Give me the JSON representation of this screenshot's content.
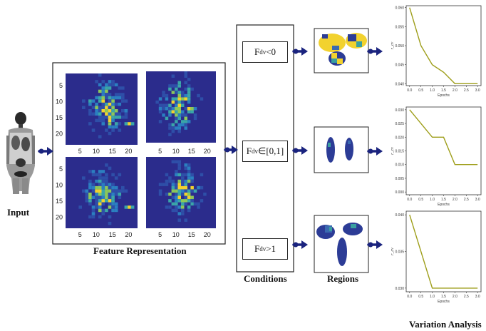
{
  "labels": {
    "input": "Input",
    "feature_representation": "Feature Representation",
    "conditions": "Conditions",
    "regions": "Regions",
    "variation_analysis": "Variation Analysis"
  },
  "conditions": [
    {
      "base": "F",
      "sup": "dv",
      "rel": "<0"
    },
    {
      "base": "F",
      "sup": "dv",
      "rel": "∈[0,1]"
    },
    {
      "base": "F",
      "sup": "dv",
      "rel": ">1"
    }
  ],
  "heatmap_ticks": {
    "y": [
      "5",
      "10",
      "15",
      "20"
    ],
    "x": [
      "5",
      "10",
      "15",
      "20"
    ]
  },
  "colors": {
    "arrow": "#1a237e",
    "heat_bg": "#2b2c8c",
    "line": "#9e9e1a",
    "region_yellow": "#f2d22e",
    "region_blue": "#2c3c96"
  },
  "chart_data": [
    {
      "type": "line",
      "xlabel": "Epochs",
      "ylabel": "r_cv",
      "x": [
        0.0,
        0.5,
        1.0,
        1.5,
        2.0,
        2.5,
        3.0
      ],
      "series": [
        {
          "values": [
            0.06,
            0.05,
            0.045,
            0.043,
            0.04,
            0.04,
            0.04
          ]
        }
      ],
      "yticks": [
        "0.060",
        "0.055",
        "0.050",
        "0.045",
        "0.040"
      ],
      "xticks": [
        "0.0",
        "0.5",
        "1.0",
        "1.5",
        "2.0",
        "2.5",
        "3.0"
      ],
      "ylim": [
        0.0395,
        0.0605
      ],
      "xlim": [
        -0.15,
        3.15
      ]
    },
    {
      "type": "line",
      "xlabel": "Epochs",
      "ylabel": "r_cv",
      "x": [
        0.0,
        1.0,
        1.5,
        2.0,
        2.5,
        3.0
      ],
      "series": [
        {
          "values": [
            0.03,
            0.02,
            0.02,
            0.01,
            0.01,
            0.01
          ]
        }
      ],
      "yticks": [
        "0.030",
        "0.025",
        "0.020",
        "0.015",
        "0.010",
        "0.005",
        "0.000"
      ],
      "xticks": [
        "0.0",
        "0.5",
        "1.0",
        "1.5",
        "2.0",
        "2.5",
        "3.0"
      ],
      "ylim": [
        -0.001,
        0.031
      ],
      "xlim": [
        -0.15,
        3.15
      ]
    },
    {
      "type": "line",
      "xlabel": "Epochs",
      "ylabel": "r_cv",
      "x": [
        0.0,
        1.0,
        1.5,
        2.0,
        2.5,
        3.0
      ],
      "series": [
        {
          "values": [
            0.04,
            0.03,
            0.03,
            0.03,
            0.03,
            0.03
          ]
        }
      ],
      "yticks": [
        "0.040",
        "0.035",
        "0.030"
      ],
      "xticks": [
        "0.0",
        "0.5",
        "1.0",
        "1.5",
        "2.0",
        "2.5",
        "3.0"
      ],
      "ylim": [
        0.0295,
        0.0405
      ],
      "xlim": [
        -0.15,
        3.15
      ]
    }
  ]
}
